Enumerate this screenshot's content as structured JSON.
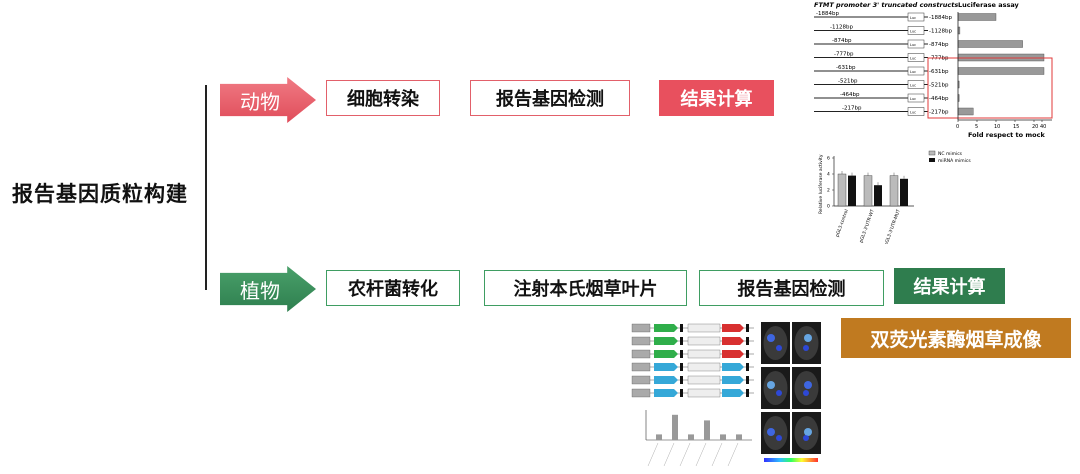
{
  "main_title": "报告基因质粒构建",
  "animal": {
    "arrow_label": "动物",
    "steps": [
      "细胞转染",
      "报告基因检测",
      "结果计算"
    ]
  },
  "plant": {
    "arrow_label": "植物",
    "steps": [
      "农杆菌转化",
      "注射本氏烟草叶片",
      "报告基因检测",
      "结果计算"
    ],
    "extra": "双荧光素酶烟草成像"
  },
  "figure1": {
    "title": "FTMT promoter 3' truncated constructs",
    "assay_title": "Luciferase assay",
    "x_label": "Fold respect to mock",
    "constructs": [
      "-1884bp",
      "-1128bp",
      "-874bp",
      "-777bp",
      "-631bp",
      "-521bp",
      "-464bp",
      "-217bp"
    ],
    "box_label": "Luc",
    "fold_values": [
      10,
      0.5,
      17,
      45,
      45,
      0.3,
      0.3,
      4
    ],
    "x_ticks": [
      "0",
      "5",
      "10",
      "15",
      "20",
      "40"
    ]
  },
  "figure2": {
    "ylabel": "Relative luciferase activity",
    "legend": [
      "NC mimics",
      "miRNA mimics"
    ],
    "categories": [
      "pGL3-control",
      "pGL3-3'UTR-WT",
      "pGL3-3'UTR-MUT"
    ],
    "nc_values": [
      4.0,
      3.8,
      3.8
    ],
    "mimic_values": [
      3.8,
      2.6,
      3.4
    ],
    "ylim": [
      0,
      6
    ],
    "y_ticks": [
      "0",
      "2",
      "4",
      "6"
    ]
  },
  "colors": {
    "animal": "#e8505e",
    "plant": "#2f7d4e",
    "imaging": "#c07a20"
  }
}
